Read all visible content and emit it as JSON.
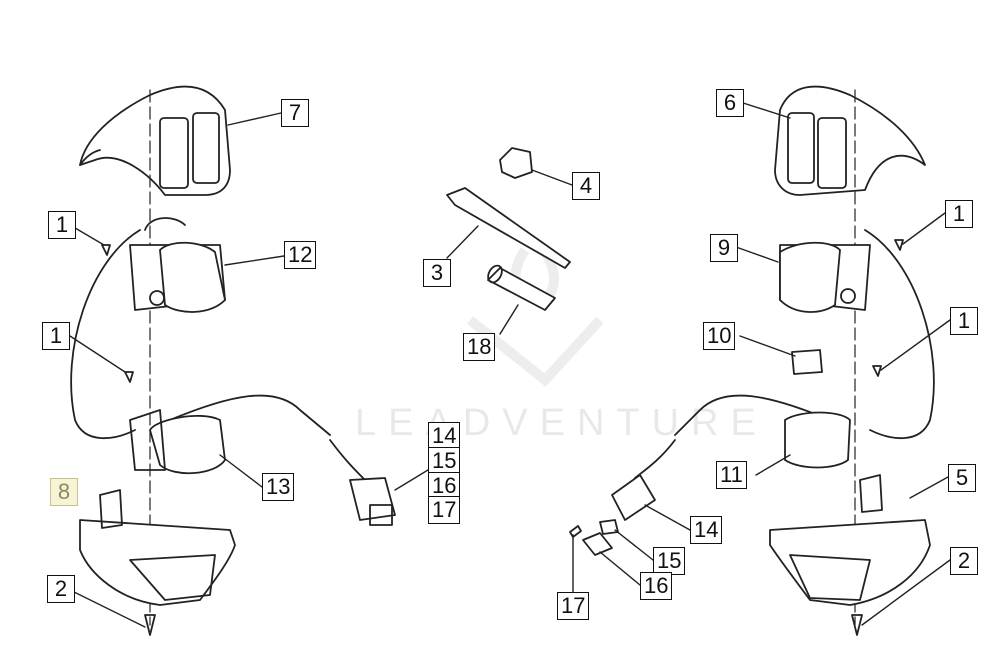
{
  "watermark": {
    "text": "LEADVENTURE"
  },
  "callouts": {
    "c7": "7",
    "c1a": "1",
    "c12": "12",
    "c1b": "1",
    "c13": "13",
    "c8": "8",
    "c2a": "2",
    "c4": "4",
    "c3": "3",
    "c18": "18",
    "c14a": "14",
    "c15a": "15",
    "c16a": "16",
    "c17a": "17",
    "c6": "6",
    "c1c": "1",
    "c9": "9",
    "c1d": "1",
    "c10": "10",
    "c11": "11",
    "c5": "5",
    "c2b": "2",
    "c14b": "14",
    "c15b": "15",
    "c16b": "16",
    "c17b": "17"
  },
  "colors": {
    "line": "#222222",
    "highlight": "#f6f3d6"
  }
}
